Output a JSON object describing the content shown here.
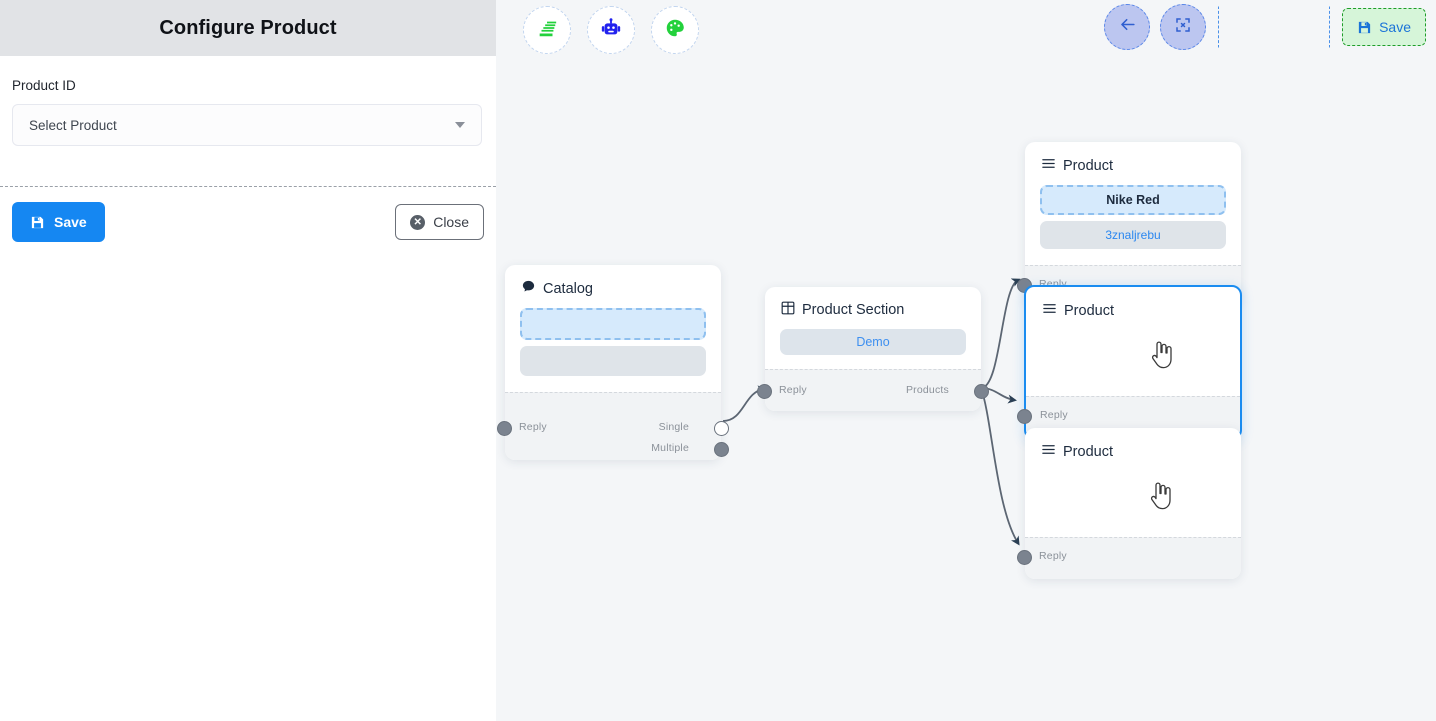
{
  "panel": {
    "title": "Configure Product",
    "field_label": "Product ID",
    "select": {
      "value": "Select Product",
      "placeholder": "Select Product",
      "caret_icon": "chevron-down-icon"
    },
    "save_label": "Save",
    "close_label": "Close",
    "save_icon": "floppy-disk-icon",
    "close_icon": "close-circle-icon"
  },
  "toolbar": {
    "left_tools": [
      {
        "name": "stack-icon",
        "label": ""
      },
      {
        "name": "robot-icon",
        "label": ""
      },
      {
        "name": "palette-icon",
        "label": ""
      }
    ],
    "back_icon": "arrow-left-icon",
    "fit_icon": "compress-icon",
    "empty_slot": "",
    "save_label": "Save",
    "save_icon": "floppy-disk-icon"
  },
  "canvas": {
    "nodes": [
      {
        "id": "catalog",
        "type": "catalog",
        "icon": "chat-bubble-icon",
        "title": "Catalog",
        "items": [
          {
            "style": "dashed",
            "text": ""
          },
          {
            "style": "gray",
            "text": ""
          }
        ],
        "ports": {
          "in_label": "Reply",
          "out_labels": [
            "Single",
            "Multiple"
          ]
        }
      },
      {
        "id": "product-section",
        "type": "section",
        "icon": "grid-icon",
        "title": "Product Section",
        "items": [
          {
            "style": "demo",
            "text": "Demo"
          }
        ],
        "ports": {
          "in_label": "Reply",
          "out_labels": [
            "Products"
          ]
        }
      },
      {
        "id": "product-1",
        "type": "product",
        "icon": "list-icon",
        "title": "Product",
        "items": [
          {
            "style": "dashed",
            "text": "Nike Red"
          },
          {
            "style": "gray",
            "text": "3znaljrebu"
          }
        ],
        "ports": {
          "in_label": "Reply",
          "out_labels": []
        },
        "selected": false
      },
      {
        "id": "product-2",
        "type": "product",
        "icon": "list-icon",
        "title": "Product",
        "items": [],
        "ports": {
          "in_label": "Reply",
          "out_labels": []
        },
        "selected": true
      },
      {
        "id": "product-3",
        "type": "product",
        "icon": "list-icon",
        "title": "Product",
        "items": [],
        "ports": {
          "in_label": "Reply",
          "out_labels": []
        },
        "selected": false
      }
    ]
  },
  "colors": {
    "primary_blue": "#1587f2",
    "selected_border": "#1a8cf0",
    "canvas_bg": "#f4f6f8",
    "header_bg": "#e1e3e6",
    "save_green_bg": "#d6f5d9",
    "nav_circle_bg": "#bcc6f0",
    "chip_dashed_bg": "#d6eafc",
    "chip_gray_bg": "#dfe4e9",
    "port_dot": "#7b838f",
    "edge_stroke": "#5c6673"
  }
}
